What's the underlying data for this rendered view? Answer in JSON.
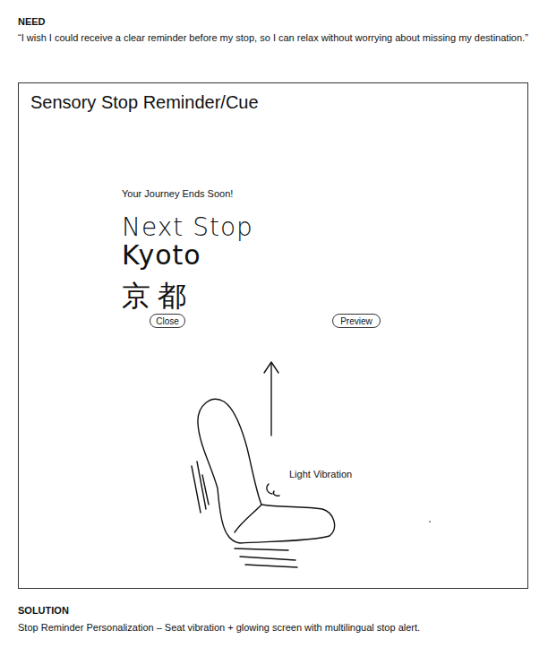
{
  "diagram": {
    "nodes": [
      {
        "text": [
          "Sensory Stop Reminder/Cue"
        ]
      },
      {
        "text": [
          "Your Journey Ends Soon!",
          "Next Stop",
          "Kyoto",
          "京都"
        ],
        "in": 0
      },
      {
        "text": [
          "Close"
        ],
        "in": 1
      },
      {
        "text": [
          "Preview"
        ],
        "in": 1
      }
    ],
    "labels": [
      "NEED",
      "“I wish I could receive a clear reminder before my stop, so I can relax without worrying about missing my destination.”",
      "Light Vibration",
      "SOLUTION",
      "Stop Reminder Personalization – Seat vibration + glowing screen with multilingual stop alert."
    ]
  }
}
